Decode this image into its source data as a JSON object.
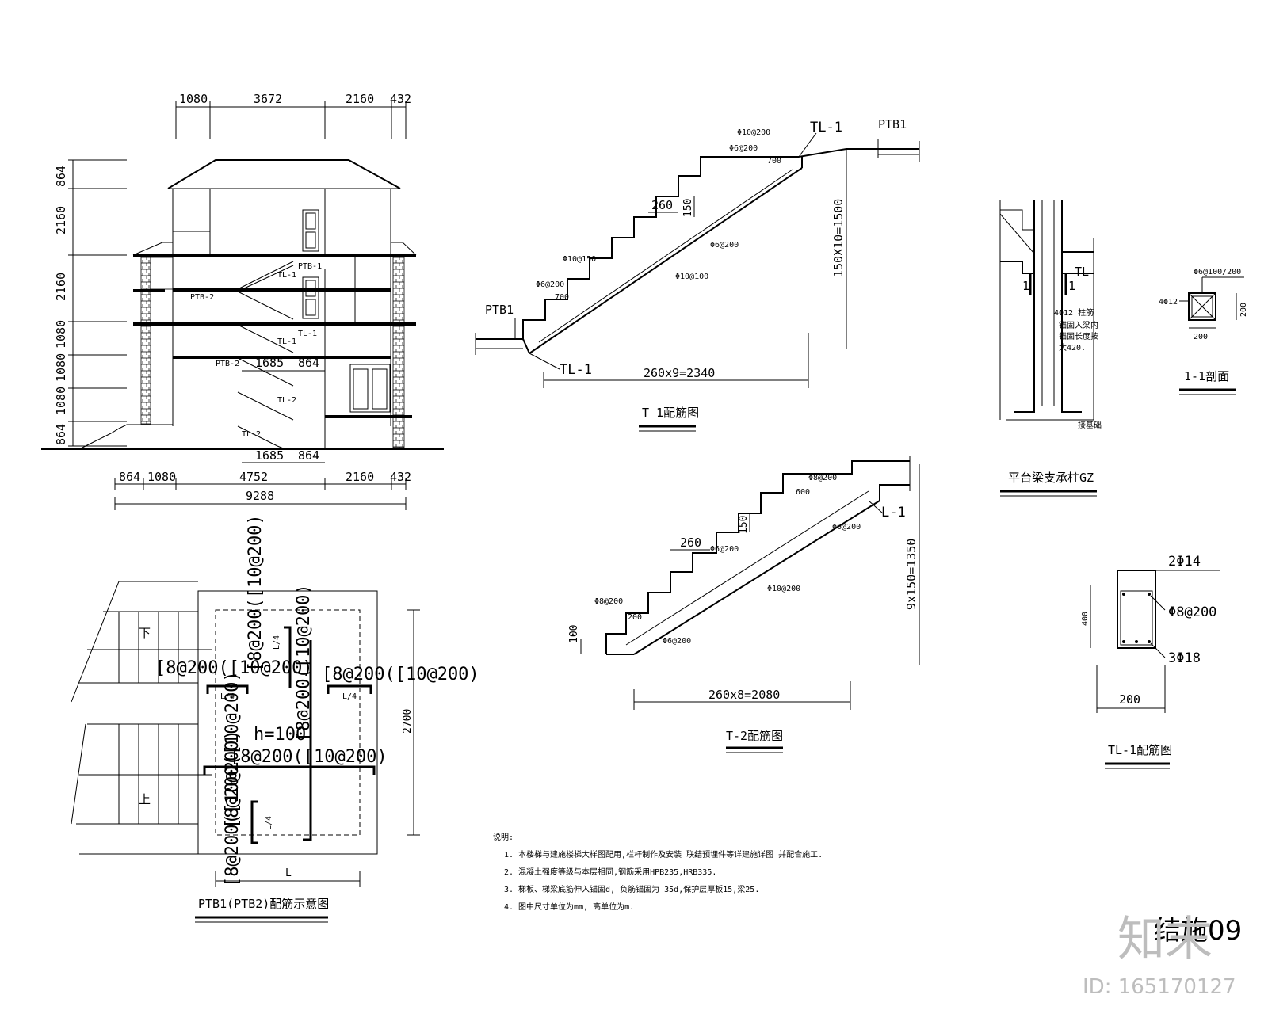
{
  "elevation": {
    "top_dims": [
      "1080",
      "3672",
      "2160",
      "432"
    ],
    "left_dims": [
      "864",
      "2160",
      "2160",
      "1080",
      "1080",
      "1080",
      "864"
    ],
    "inner_dims_upper": [
      "1685",
      "864"
    ],
    "inner_dims_lower": [
      "1685",
      "864"
    ],
    "bottom_dims": [
      "864",
      "1080",
      "4752",
      "2160",
      "432"
    ],
    "total": "9288",
    "labels": [
      "PTB-1",
      "TL-1",
      "PTB-2",
      "TL-1",
      "TL-1",
      "PTB-2",
      "TL-2",
      "TL-2"
    ]
  },
  "t1": {
    "title": "T 1配筋图",
    "ptb_top": "PTB1",
    "tl_top": "TL-1",
    "ptb_bottom": "PTB1",
    "tl_bottom": "TL-1",
    "tread": "260",
    "riser": "150",
    "height_dim": "150X10=1500",
    "run_dim": "260x9=2340",
    "rebar": [
      "Φ10@200",
      "Φ6@200",
      "Φ6@200",
      "Φ10@100",
      "Φ10@150",
      "Φ6@200"
    ],
    "small": [
      "700",
      "700"
    ]
  },
  "t2": {
    "title": "T-2配筋图",
    "tl_top": "L-1",
    "tread": "260",
    "riser": "150",
    "height_dim": "9x150=1350",
    "run_dim": "260x8=2080",
    "left_dim": "100",
    "rebar": [
      "Φ8@200",
      "Φ6@200",
      "Φ6@200",
      "Φ10@200",
      "Φ8@200",
      "Φ6@200"
    ],
    "small": [
      "600",
      "200"
    ]
  },
  "gz": {
    "title": "平台梁支承柱GZ",
    "tl": "TL",
    "section_mark": "1",
    "note_lines": [
      "4Φ12 柱筋",
      "锚固入梁内",
      "锚固长度按",
      "大420."
    ],
    "foot": "接基础"
  },
  "s11": {
    "title": "1-1剖面",
    "stirrup": "Φ6@100/200",
    "main": "4Φ12",
    "h": "200",
    "w": "200"
  },
  "tl1": {
    "title": "TL-1配筋图",
    "top": "2Φ14",
    "stirrup": "Φ8@200",
    "bottom": "3Φ18",
    "h": "400",
    "w": "200"
  },
  "ptb": {
    "title": "PTB1(PTB2)配筋示意图",
    "down": "下",
    "up": "上",
    "bar_v_left_top": "[8@200([10@200)",
    "bar_v_mid": "[8@200([10@200)",
    "bar_h_left": "[8@200([10@200)",
    "bar_h_right": "[8@200([10@200)",
    "bar_h_mid": "[8@200([10@200)",
    "bar_v_left_bot": "[8@200([10@200)",
    "bar_v_far": "[8@200([10@200)",
    "l4": "L/4",
    "h": "h=100",
    "dim_v": "2700",
    "dim_l": "L"
  },
  "notes": {
    "heading": "说明:",
    "items": [
      "1. 本楼梯与建施楼梯大样图配用,栏杆制作及安装 联结预埋件等详建施详图 并配合施工.",
      "2. 混凝土强度等级与本层相同,钢筋采用HPB235,HRB335.",
      "3. 梯板、梯梁底筋伸入锚固d, 负筋锚固为  35d,保护层厚板15,梁25.",
      "4. 图中尺寸单位为mm, 高单位为m."
    ]
  },
  "sheet": {
    "code": "结施09",
    "watermark": "知末",
    "id": "ID: 165170127"
  }
}
